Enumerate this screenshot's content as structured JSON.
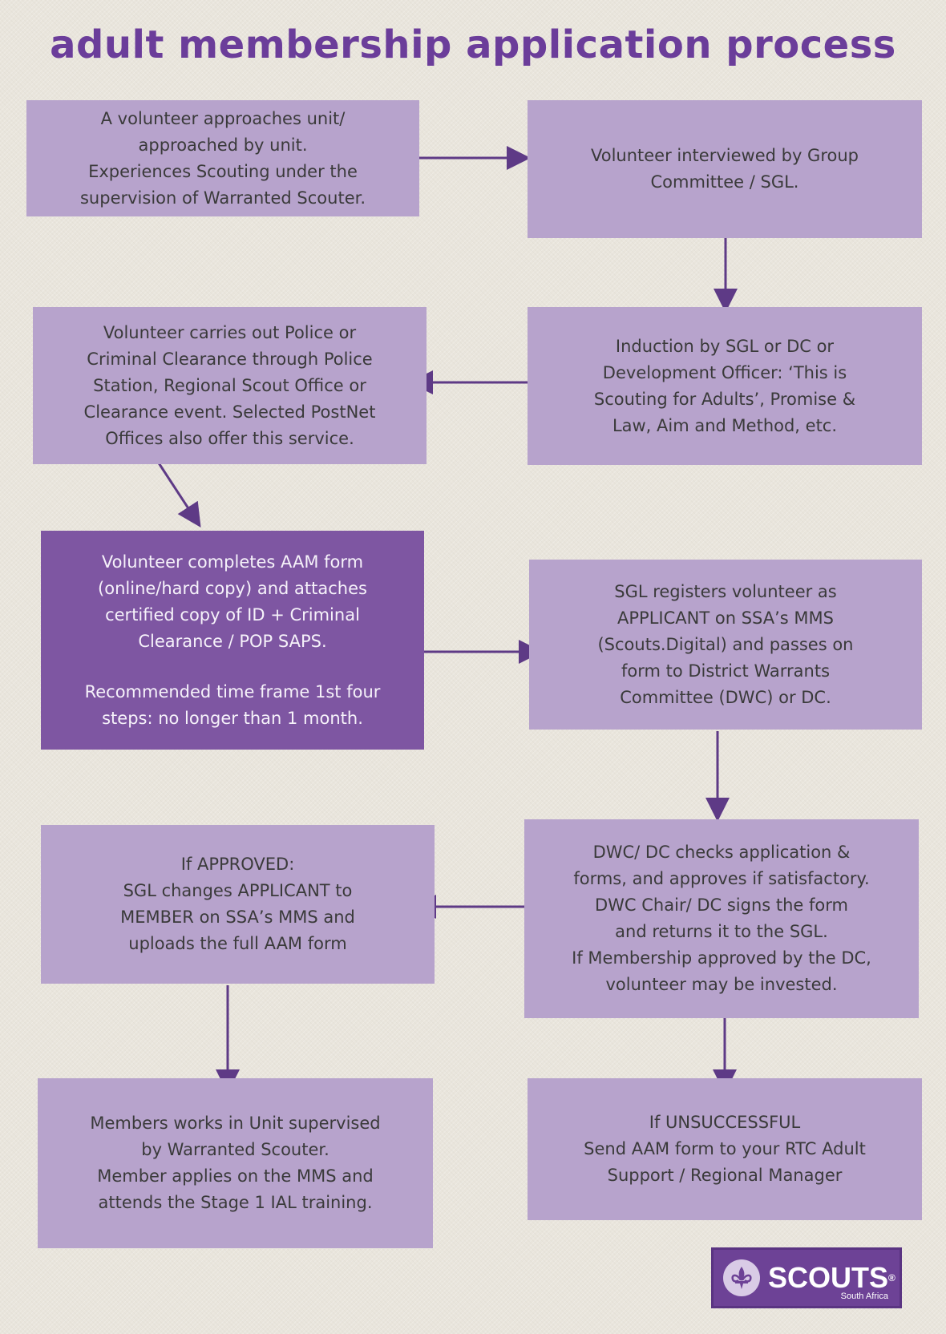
{
  "title": "adult membership application process",
  "steps": {
    "approach": [
      "A volunteer approaches unit/",
      "approached by unit.",
      "Experiences Scouting under the",
      "supervision of Warranted Scouter."
    ],
    "interview": [
      "Volunteer interviewed by Group",
      "Committee / SGL."
    ],
    "clearance": [
      "Volunteer carries out Police or",
      "Criminal Clearance through Police",
      "Station, Regional Scout Office or",
      "Clearance event. Selected PostNet",
      "Offices also offer this service."
    ],
    "induction": [
      "Induction by SGL or DC or",
      "Development Officer: ‘This is",
      "Scouting for Adults’, Promise &",
      "Law, Aim and Method, etc."
    ],
    "aam_form": [
      "Volunteer completes AAM form",
      "(online/hard copy) and attaches",
      "certified copy of ID + Criminal",
      "Clearance / POP SAPS."
    ],
    "aam_note": [
      "Recommended time frame 1st four",
      "steps: no longer than 1 month."
    ],
    "register": [
      "SGL registers volunteer as",
      "APPLICANT on SSA’s MMS",
      "(Scouts.Digital) and passes on",
      "form to District Warrants",
      "Committee (DWC) or DC."
    ],
    "approved": [
      "If APPROVED:",
      "SGL changes APPLICANT to",
      "MEMBER on SSA’s MMS and",
      "uploads the full AAM form"
    ],
    "dwc_check": [
      "DWC/ DC checks application &",
      "forms, and approves if satisfactory.",
      "DWC Chair/ DC signs the form",
      "and returns it to the SGL.",
      "If Membership approved by the DC,",
      "volunteer may be invested."
    ],
    "member_work": [
      "Members works in Unit supervised",
      "by Warranted Scouter.",
      "Member applies on the MMS and",
      "attends the Stage 1 IAL training."
    ],
    "unsuccessful": [
      "If UNSUCCESSFUL",
      "Send AAM form to your RTC Adult",
      "Support / Regional Manager"
    ]
  },
  "logo": {
    "brand": "SCOUTS",
    "registered": "®",
    "subtitle": "South Africa"
  },
  "colors": {
    "title": "#6b3d9a",
    "box": "#b7a3cc",
    "box_dark": "#7e56a2",
    "arrow": "#5e3a86",
    "background": "#e9e5dc"
  }
}
